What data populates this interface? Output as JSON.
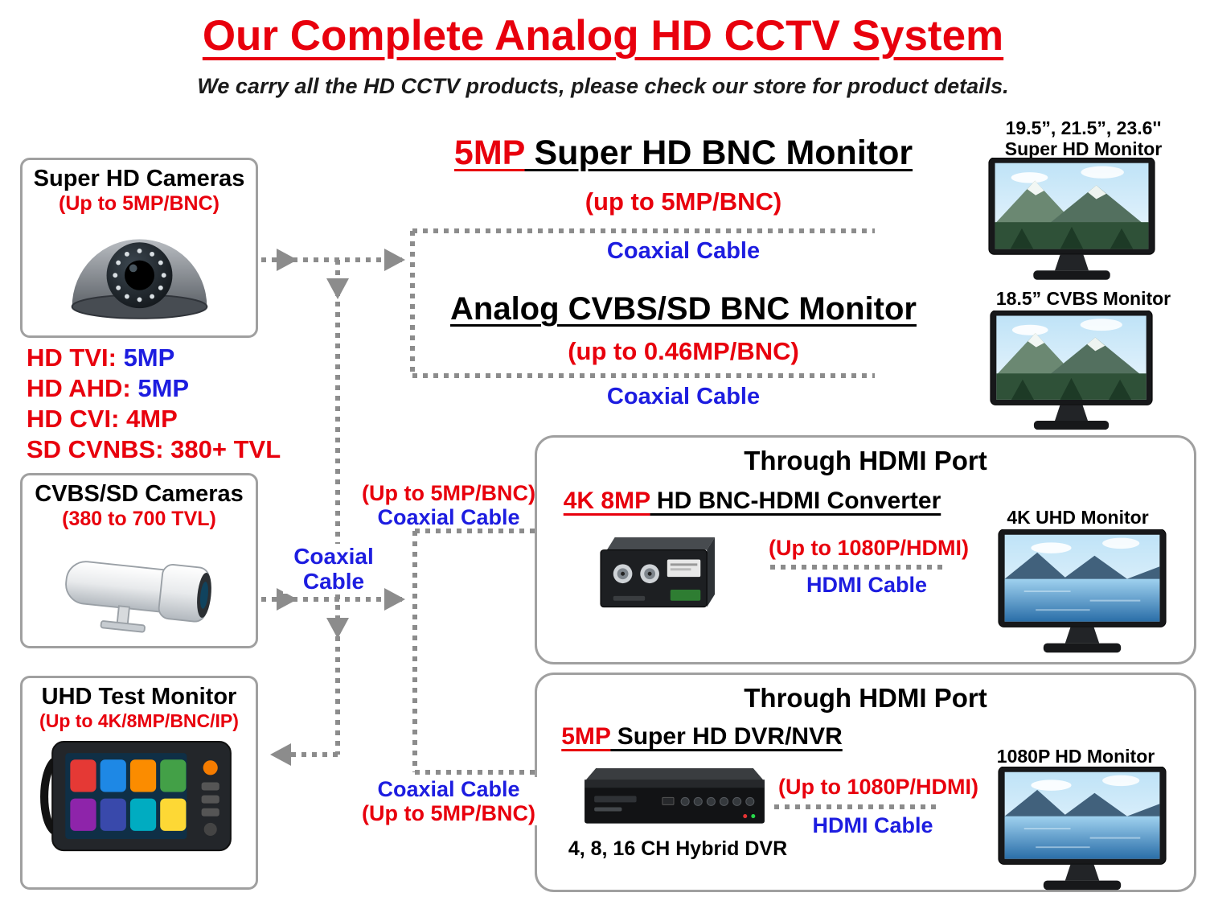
{
  "colors": {
    "red": "#e8000d",
    "blue": "#1d1de0",
    "line_gray": "#8c8c8c",
    "box_border_gray": "#a0a0a0"
  },
  "header": {
    "title": "Our Complete Analog HD CCTV System",
    "subtitle": "We carry all the HD CCTV products, please check our store for product details."
  },
  "left_column": {
    "super_hd_cameras": {
      "title": "Super HD Cameras",
      "subtitle": "(Up to 5MP/BNC)",
      "image": "dome-camera"
    },
    "specs": [
      {
        "label": "HD TVI:",
        "value": "5MP"
      },
      {
        "label": "HD AHD:",
        "value": "5MP"
      },
      {
        "label": "HD CVI:",
        "value": "4MP"
      },
      {
        "label": "SD CVNBS:",
        "value": "380+ TVL"
      }
    ],
    "cvbs_cameras": {
      "title": "CVBS/SD Cameras",
      "subtitle": "(380 to 700 TVL)",
      "image": "bullet-camera"
    },
    "uhd_test_monitor": {
      "title": "UHD Test Monitor",
      "subtitle": "(Up to 4K/8MP/BNC/IP)",
      "image": "cctv-tester"
    }
  },
  "center": {
    "bnc_monitor": {
      "highlight": "5MP",
      "rest": " Super HD BNC Monitor",
      "limit": "(up to 5MP/BNC)",
      "cable": "Coaxial Cable"
    },
    "cvbs_monitor": {
      "title": "Analog CVBS/SD BNC Monitor",
      "limit": "(up to 0.46MP/BNC)",
      "cable": "Coaxial Cable"
    },
    "mid_link": {
      "line1": "(Up to 5MP/BNC)",
      "line2": "Coaxial Cable"
    },
    "junction": {
      "line1": "Coaxial",
      "line2": "Cable"
    },
    "bottom_link": {
      "line1": "Coaxial Cable",
      "line2": "(Up to 5MP/BNC)"
    }
  },
  "right_column": {
    "super_hd_monitor": {
      "label_line1": "19.5”, 21.5”, 23.6''",
      "label_line2": "Super HD Monitor"
    },
    "cvbs_monitor": {
      "label": "18.5” CVBS Monitor"
    }
  },
  "hdmi_converter_box": {
    "title": "Through HDMI Port",
    "heading_highlight": "4K 8MP",
    "heading_rest": " HD BNC-HDMI Converter",
    "limit": "(Up to 1080P/HDMI)",
    "cable": "HDMI Cable",
    "monitor_label": "4K UHD Monitor",
    "image": "bnc-hdmi-converter"
  },
  "dvr_box": {
    "title": "Through HDMI Port",
    "heading_highlight": "5MP",
    "heading_rest": " Super HD DVR/NVR",
    "device_label": "4, 8, 16 CH Hybrid DVR",
    "limit": "(Up to 1080P/HDMI)",
    "cable": "HDMI Cable",
    "monitor_label": "1080P HD Monitor",
    "image": "hybrid-dvr"
  }
}
